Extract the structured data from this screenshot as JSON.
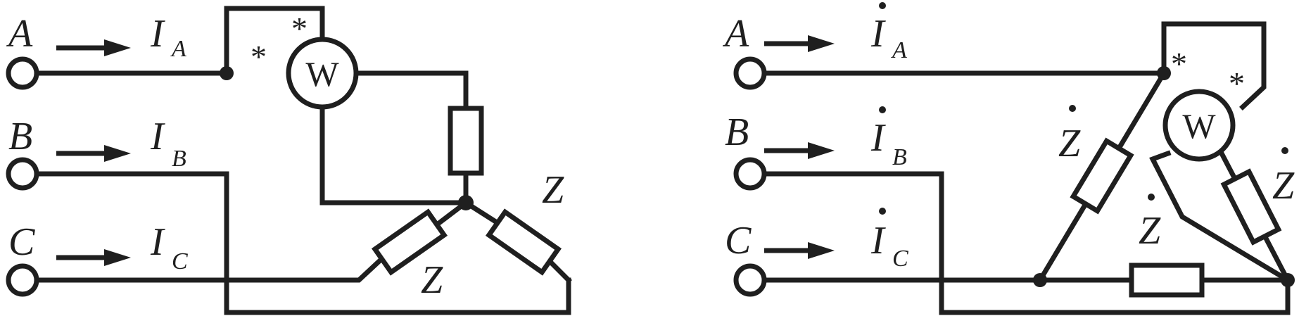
{
  "left": {
    "phase_a": "A",
    "phase_b": "B",
    "phase_c": "C",
    "current_a": "I",
    "current_a_sub": "A",
    "current_b": "I",
    "current_b_sub": "B",
    "current_c": "I",
    "current_c_sub": "C",
    "meter": "W",
    "marker": "*",
    "impedance": "Z"
  },
  "right": {
    "phase_a": "A",
    "phase_b": "B",
    "phase_c": "C",
    "current_a": "I",
    "current_a_sub": "A",
    "current_b": "I",
    "current_b_sub": "B",
    "current_c": "I",
    "current_c_sub": "C",
    "meter": "W",
    "marker": "*",
    "impedance": "Z"
  }
}
